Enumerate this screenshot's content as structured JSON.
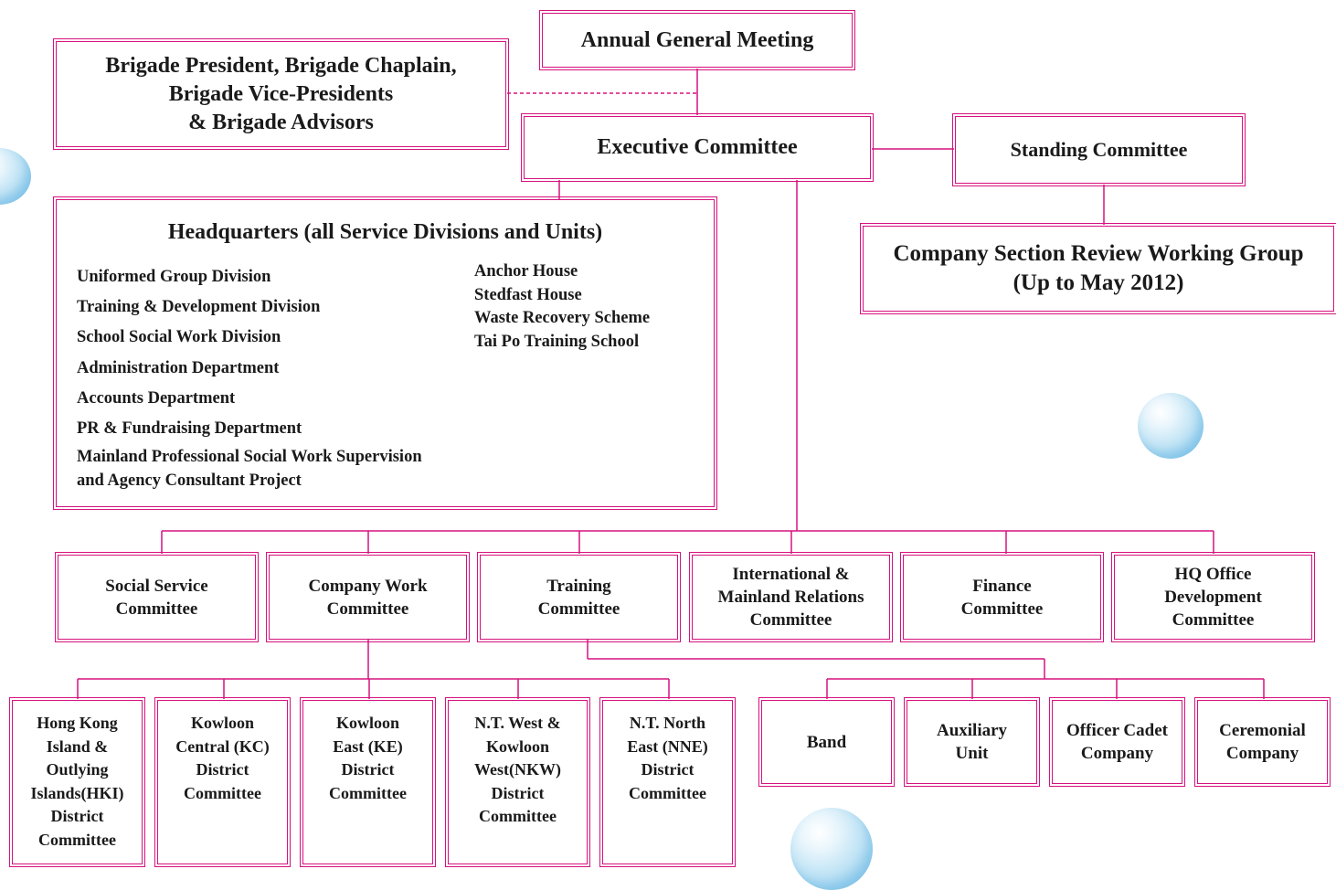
{
  "colors": {
    "border": "#d6127e",
    "line": "#d6127e",
    "bubble": "#bfe3f5"
  },
  "top": {
    "agm": "Annual General Meeting",
    "president": [
      "Brigade President, Brigade Chaplain,",
      "Brigade Vice-Presidents",
      "& Brigade Advisors"
    ],
    "executive": "Executive Committee",
    "standing": "Standing Committee",
    "review": [
      "Company Section Review Working Group",
      "(Up to May 2012)"
    ]
  },
  "headquarters": {
    "title": "Headquarters (all Service Divisions and Units)",
    "divisions": [
      "Uniformed Group Division",
      "Training & Development Division",
      "School Social Work Division",
      "Administration Department",
      "Accounts Department",
      "PR & Fundraising Department"
    ],
    "last_division": [
      "Mainland Professional Social Work Supervision",
      "and Agency Consultant Project"
    ],
    "units": [
      "Anchor House",
      "Stedfast House",
      "Waste Recovery Scheme",
      "Tai Po Training School"
    ]
  },
  "committees": [
    [
      "Social Service",
      "Committee"
    ],
    [
      "Company Work",
      "Committee"
    ],
    [
      "Training",
      "Committee"
    ],
    [
      "International &",
      "Mainland Relations",
      "Committee"
    ],
    [
      "Finance",
      "Committee"
    ],
    [
      "HQ Office",
      "Development",
      "Committee"
    ]
  ],
  "districts": [
    [
      "Hong Kong",
      "Island &",
      "Outlying",
      "Islands(HKI)",
      "District",
      "Committee"
    ],
    [
      "Kowloon",
      "Central (KC)",
      "District",
      "Committee"
    ],
    [
      "Kowloon",
      "East (KE)",
      "District",
      "Committee"
    ],
    [
      "N.T. West &",
      "Kowloon",
      "West(NKW)",
      "District",
      "Committee"
    ],
    [
      "N.T. North",
      "East (NNE)",
      "District",
      "Committee"
    ]
  ],
  "training_units": [
    [
      "Band"
    ],
    [
      "Auxiliary",
      "Unit"
    ],
    [
      "Officer Cadet",
      "Company"
    ],
    [
      "Ceremonial",
      "Company"
    ]
  ]
}
